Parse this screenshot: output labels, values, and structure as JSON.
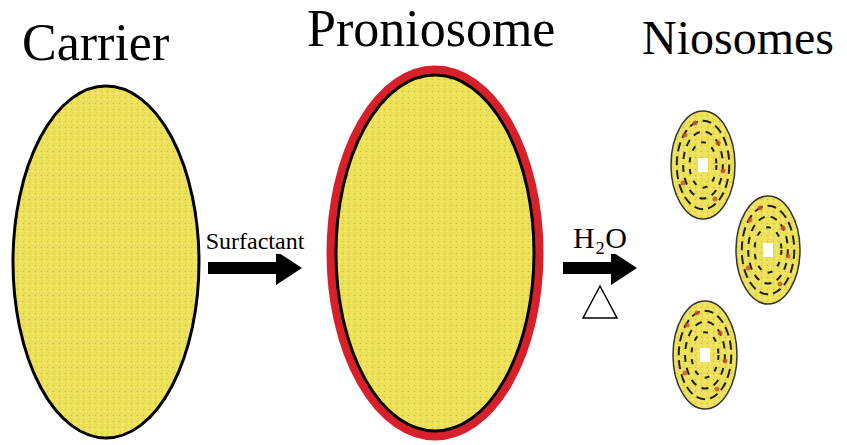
{
  "diagram": {
    "nodes": [
      {
        "text": [
          "Carrier"
        ]
      },
      {
        "text": [
          "Proniosome"
        ]
      },
      {
        "text": [
          "Niosomes"
        ]
      }
    ],
    "edges": [
      {
        "from": 0,
        "to": 1,
        "label": "Surfactant",
        "arrow": "to"
      },
      {
        "from": 1,
        "to": 2,
        "label": "H₂O",
        "arrow": "to"
      }
    ]
  }
}
